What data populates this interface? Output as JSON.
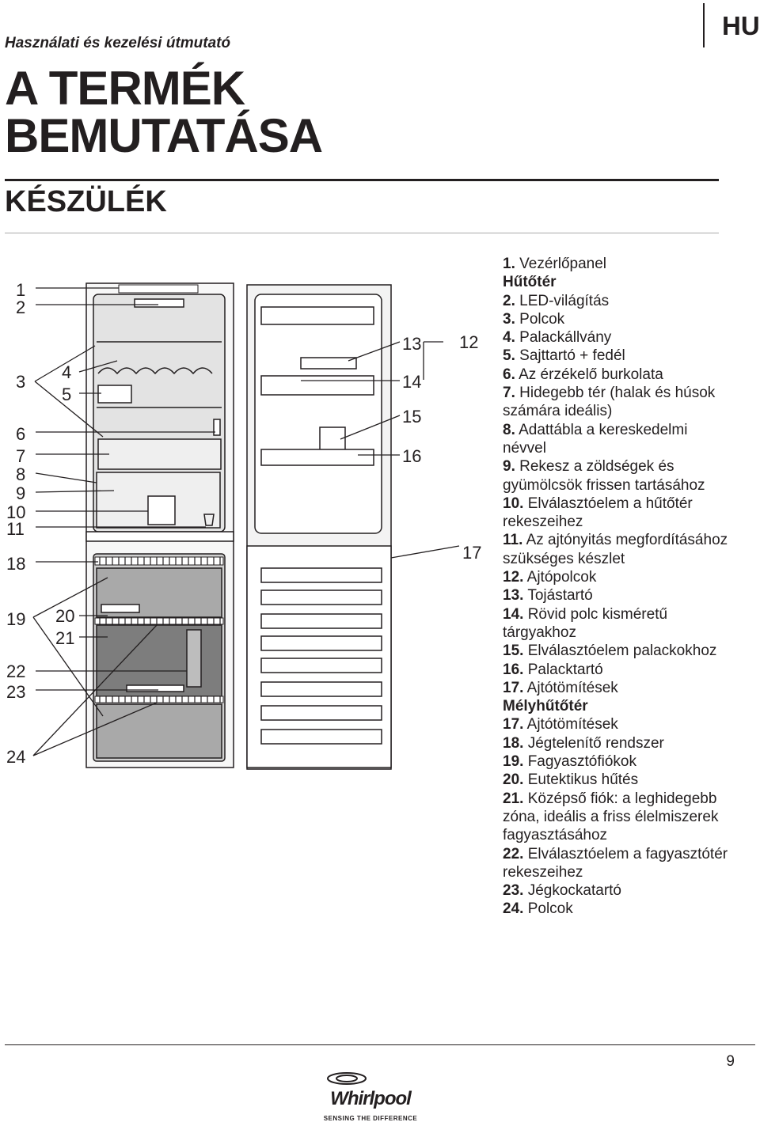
{
  "header": {
    "subtitle": "Használati és kezelési útmutató",
    "title_line1": "A TERMÉK",
    "title_line2": "BEMUTATÁSA",
    "section": "KÉSZÜLÉK",
    "language_code": "HU"
  },
  "diagram": {
    "callouts": [
      "1",
      "2",
      "3",
      "4",
      "5",
      "6",
      "7",
      "8",
      "9",
      "10",
      "11",
      "18",
      "19",
      "20",
      "21",
      "22",
      "23",
      "24",
      "13",
      "12",
      "14",
      "15",
      "16",
      "17"
    ]
  },
  "legend": [
    {
      "num": "1.",
      "text": "Vezérlőpanel",
      "type": "item"
    },
    {
      "text": "Hűtőtér",
      "type": "heading"
    },
    {
      "num": "2.",
      "text": "LED-világítás",
      "type": "item"
    },
    {
      "num": "3.",
      "text": "Polcok",
      "type": "item"
    },
    {
      "num": "4.",
      "text": "Palackállvány",
      "type": "item"
    },
    {
      "num": "5.",
      "text": "Sajttartó + fedél",
      "type": "item"
    },
    {
      "num": "6.",
      "text": "Az érzékelő burkolata",
      "type": "item"
    },
    {
      "num": "7.",
      "text": "Hidegebb tér (halak és húsok",
      "type": "item"
    },
    {
      "text": "számára ideális)",
      "type": "cont"
    },
    {
      "num": "8.",
      "text": "Adattábla a kereskedelmi",
      "type": "item"
    },
    {
      "text": "névvel",
      "type": "cont"
    },
    {
      "num": "9.",
      "text": "Rekesz a zöldségek és",
      "type": "item"
    },
    {
      "text": "gyümölcsök frissen tartásához",
      "type": "cont"
    },
    {
      "num": "10.",
      "text": "Elválasztóelem a hűtőtér",
      "type": "item"
    },
    {
      "text": "rekeszeihez",
      "type": "cont"
    },
    {
      "num": "11.",
      "text": "Az ajtónyitás megfordításához",
      "type": "item"
    },
    {
      "text": "szükséges készlet",
      "type": "cont"
    },
    {
      "num": "12.",
      "text": "Ajtópolcok",
      "type": "item"
    },
    {
      "num": "13.",
      "text": "Tojástartó",
      "type": "item"
    },
    {
      "num": "14.",
      "text": "Rövid polc kisméretű",
      "type": "item"
    },
    {
      "text": "tárgyakhoz",
      "type": "cont"
    },
    {
      "num": "15.",
      "text": "Elválasztóelem palackokhoz",
      "type": "item"
    },
    {
      "num": "16.",
      "text": "Palacktartó",
      "type": "item"
    },
    {
      "num": "17.",
      "text": "Ajtótömítések",
      "type": "item"
    },
    {
      "text": "Mélyhűtőtér",
      "type": "heading"
    },
    {
      "num": "17.",
      "text": "Ajtótömítések",
      "type": "item"
    },
    {
      "num": "18.",
      "text": "Jégtelenítő rendszer",
      "type": "item"
    },
    {
      "num": "19.",
      "text": "Fagyasztófiókok",
      "type": "item"
    },
    {
      "num": "20.",
      "text": "Eutektikus hűtés",
      "type": "item"
    },
    {
      "num": "21.",
      "text": "Középső fiók: a leghidegebb",
      "type": "item"
    },
    {
      "text": "zóna, ideális a friss élelmiszerek",
      "type": "cont"
    },
    {
      "text": "fagyasztásához",
      "type": "cont"
    },
    {
      "num": "22.",
      "text": "Elválasztóelem a fagyasztótér",
      "type": "item"
    },
    {
      "text": "rekeszeihez",
      "type": "cont"
    },
    {
      "num": "23.",
      "text": "Jégkockatartó",
      "type": "item"
    },
    {
      "num": "24.",
      "text": "Polcok",
      "type": "item"
    }
  ],
  "footer": {
    "page_number": "9",
    "brand": "Whirlpool",
    "tagline": "SENSING THE DIFFERENCE"
  }
}
